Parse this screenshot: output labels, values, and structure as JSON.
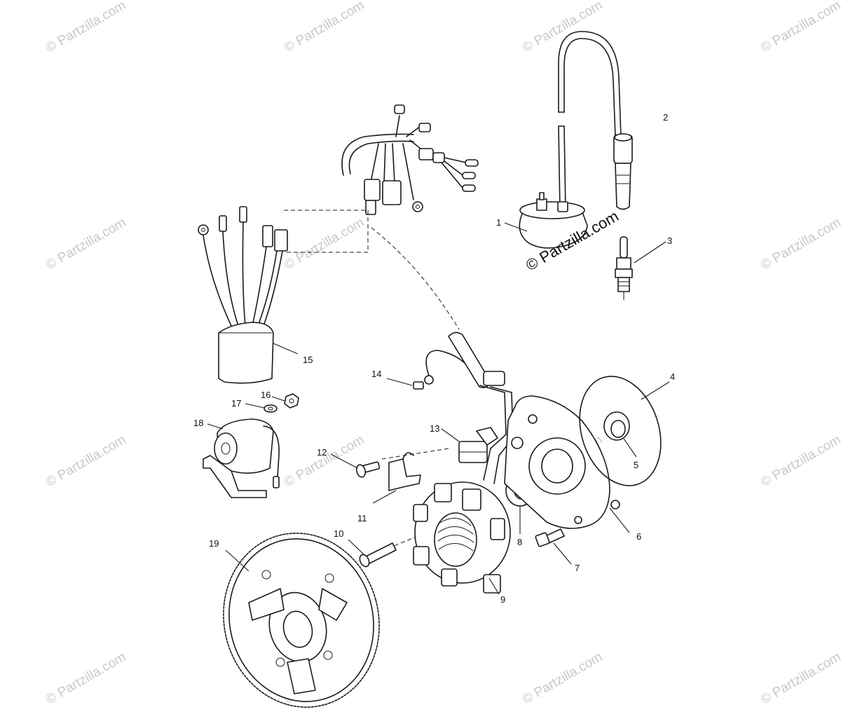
{
  "watermark": {
    "text": "© Partzilla.com",
    "main_text": "© Partzilla.com"
  },
  "callouts": {
    "c1": "1",
    "c2": "2",
    "c3": "3",
    "c4": "4",
    "c5": "5",
    "c6": "6",
    "c7": "7",
    "c8": "8",
    "c9": "9",
    "c10": "10",
    "c11": "11",
    "c12": "12",
    "c13": "13",
    "c14": "14",
    "c15": "15",
    "c16": "16",
    "c17": "17",
    "c18": "18",
    "c19": "19"
  },
  "colors": {
    "line": "#1a1a1a",
    "watermark": "#c8c8c8"
  }
}
